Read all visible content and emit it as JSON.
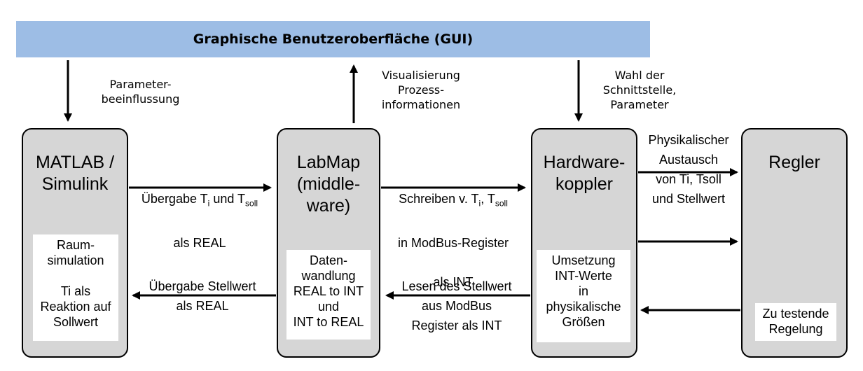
{
  "gui": {
    "title": "Graphische Benutzeroberfläche (GUI)"
  },
  "boxes": {
    "matlab": {
      "title": "MATLAB /\nSimulink",
      "inner": "Raum-\nsimulation\n\nTi als\nReaktion auf\nSollwert"
    },
    "labmap": {
      "title": "LabMap\n(middle-\nware)",
      "inner": "Daten-\nwandlung\nREAL to INT\nund\nINT to REAL"
    },
    "hardware": {
      "title": "Hardware-\nkoppler",
      "inner": "Umsetzung\nINT-Werte\nin\nphysikalische\nGrößen"
    },
    "regler": {
      "title": "Regler",
      "inner": "Zu testende\nRegelung"
    }
  },
  "vertical_labels": {
    "parameter": "Parameter-\nbeeinflussung",
    "visualisierung": "Visualisierung\nProzess-\ninformationen",
    "schnittstelle": "Wahl der\nSchnittstelle,\nParameter"
  },
  "connections": {
    "uebergabe_ti": {
      "pre": "Übergabe T",
      "sub1": "i",
      "mid": " und T",
      "sub2": "soll",
      "line2": "als REAL"
    },
    "schreiben": {
      "pre": "Schreiben v. T",
      "sub1": "i",
      "mid": ", T",
      "sub2": "soll",
      "line2": "in ModBus-Register",
      "line3": "als INT"
    },
    "physikalisch": "Physikalischer\nAustausch\nvon Ti, Tsoll\nund Stellwert",
    "uebergabe_stellwert": "Übergabe Stellwert\nals REAL",
    "lesen": "Lesen des Stellwert\naus ModBus\nRegister als INT"
  }
}
